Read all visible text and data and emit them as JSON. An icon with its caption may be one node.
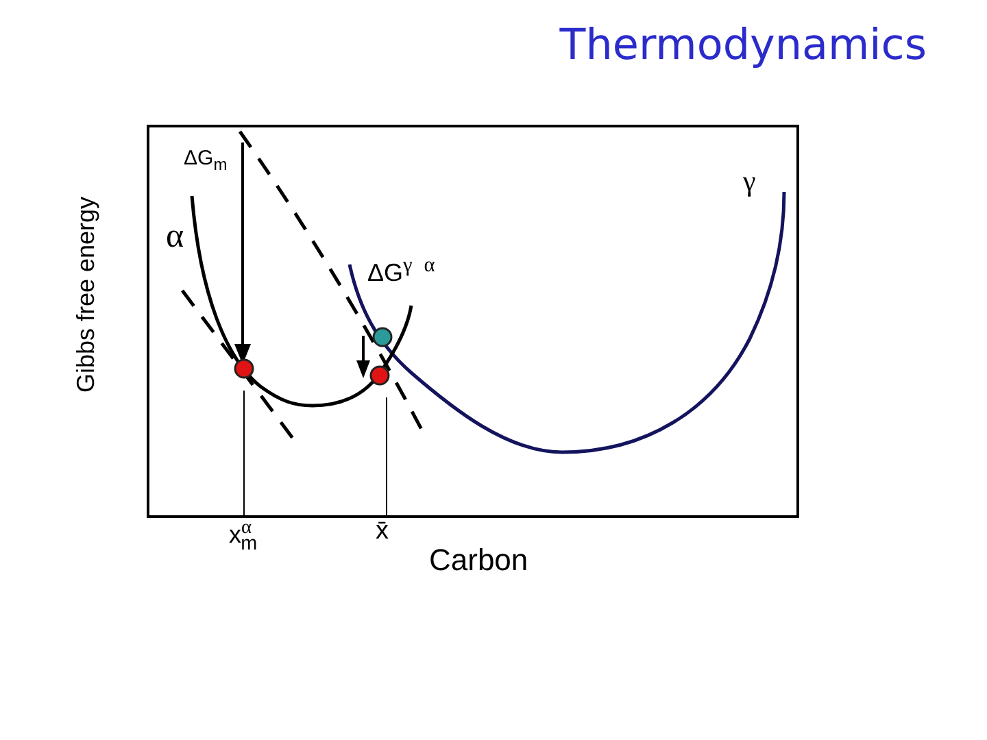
{
  "diagram": {
    "title": "Thermodynamics",
    "labels": [
      "ΔG$_{m}$",
      "γ",
      "α",
      "ΔG$^{γ α}$",
      "Gibbs free energy",
      "x$^{α}$$_{m}$",
      "x̄",
      "Carbon"
    ]
  }
}
